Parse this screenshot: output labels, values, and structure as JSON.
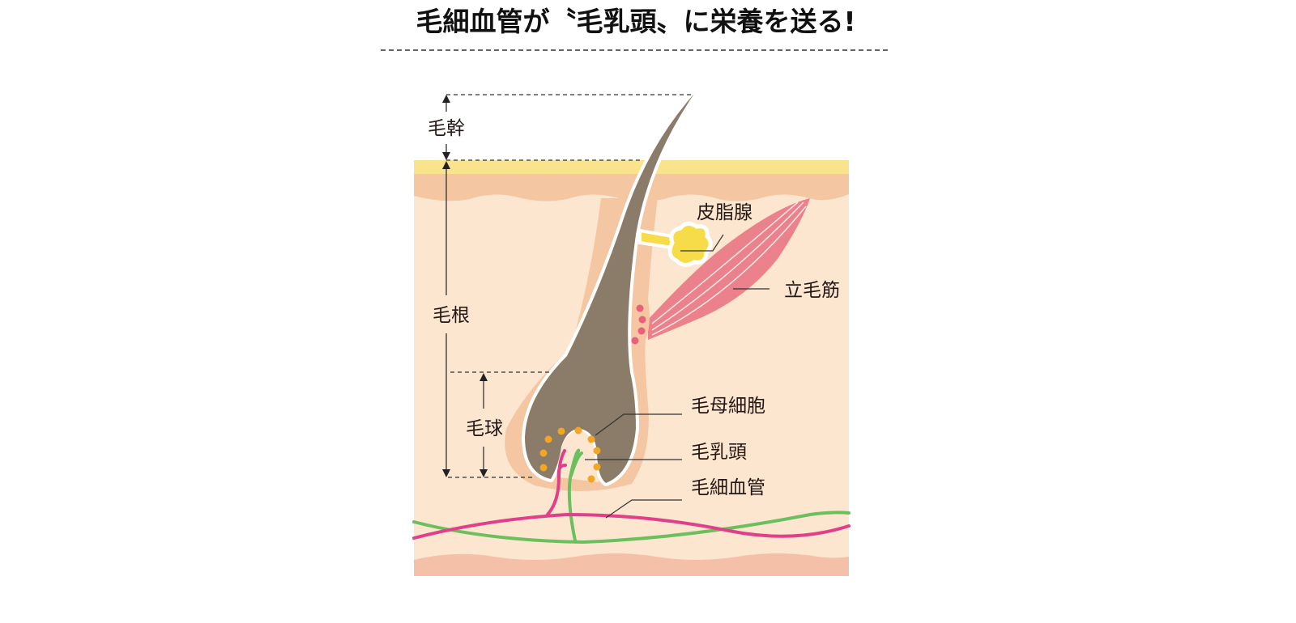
{
  "title": "毛細血管が〝毛乳頭〟に栄養を送る!",
  "labels": {
    "hair_shaft": "毛幹",
    "hair_root": "毛根",
    "hair_bulb": "毛球",
    "sebaceous_gland": "皮脂腺",
    "arrector_pili": "立毛筋",
    "hair_matrix_cells": "毛母細胞",
    "dermal_papilla": "毛乳頭",
    "capillaries": "毛細血管"
  },
  "colors": {
    "hair": "#8b7b69",
    "stratum_corneum": "#f9e38d",
    "epidermis": "#f5c6a2",
    "dermis": "#fce6d0",
    "subcutis": "#f4c0a8",
    "artery": "#e0408a",
    "vein": "#6cbf5f",
    "muscle": "#e8707f",
    "gland": "#f7dc4a",
    "matrix_dots": "#f2a623"
  }
}
